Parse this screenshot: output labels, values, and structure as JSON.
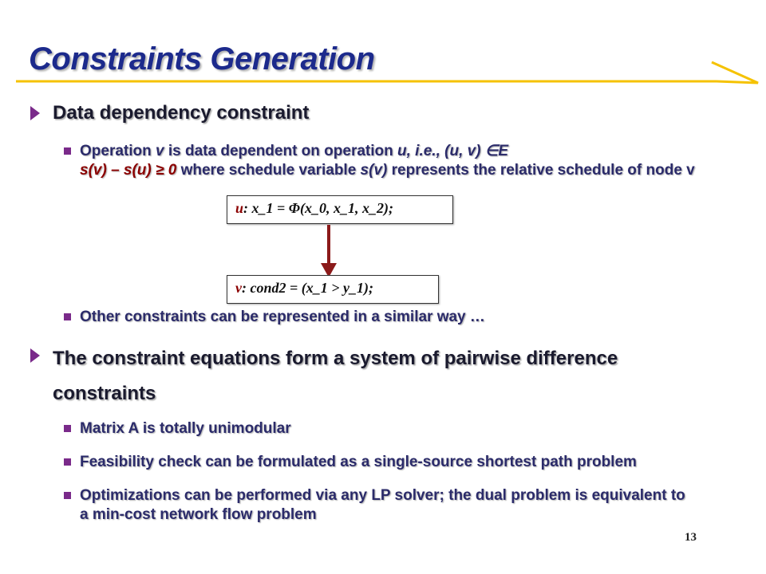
{
  "slide": {
    "title": "Constraints Generation",
    "page_number": "13"
  },
  "bullet1": {
    "label": "Data dependency constraint",
    "sub1": {
      "t1": "Operation ",
      "t2": "v",
      "t3": " is data dependent on operation ",
      "t4": "u, i.e., (u, v) ",
      "t5": "∈",
      "t6": "E",
      "t7": "s(v) – s(u) ",
      "t8": "≥",
      "t9": " 0",
      "t10": " where schedule variable ",
      "t11": "s(v)",
      "t12": " represents the relative schedule of node v"
    },
    "code_u": {
      "var": "u",
      "rest": ": x_1 = Φ(x_0, x_1, x_2);"
    },
    "code_v": {
      "var": "v",
      "rest": ": cond2 = (x_1 > y_1);"
    },
    "sub2": "Other constraints can be represented in a similar way …"
  },
  "bullet2": {
    "label": "The constraint equations form a system of pairwise difference constraints",
    "items": [
      "Matrix A is totally unimodular",
      "Feasibility check can be formulated as a single-source shortest path problem",
      "Optimizations can be performed via any LP solver; the dual problem is equivalent to a min-cost network flow problem"
    ]
  },
  "colors": {
    "title": "#1c2a8c",
    "accent_rule": "#f5c200",
    "bullet_marker": "#7a2a8a",
    "emphasis_red": "#8b0000",
    "arrow": "#8b1a1a"
  }
}
